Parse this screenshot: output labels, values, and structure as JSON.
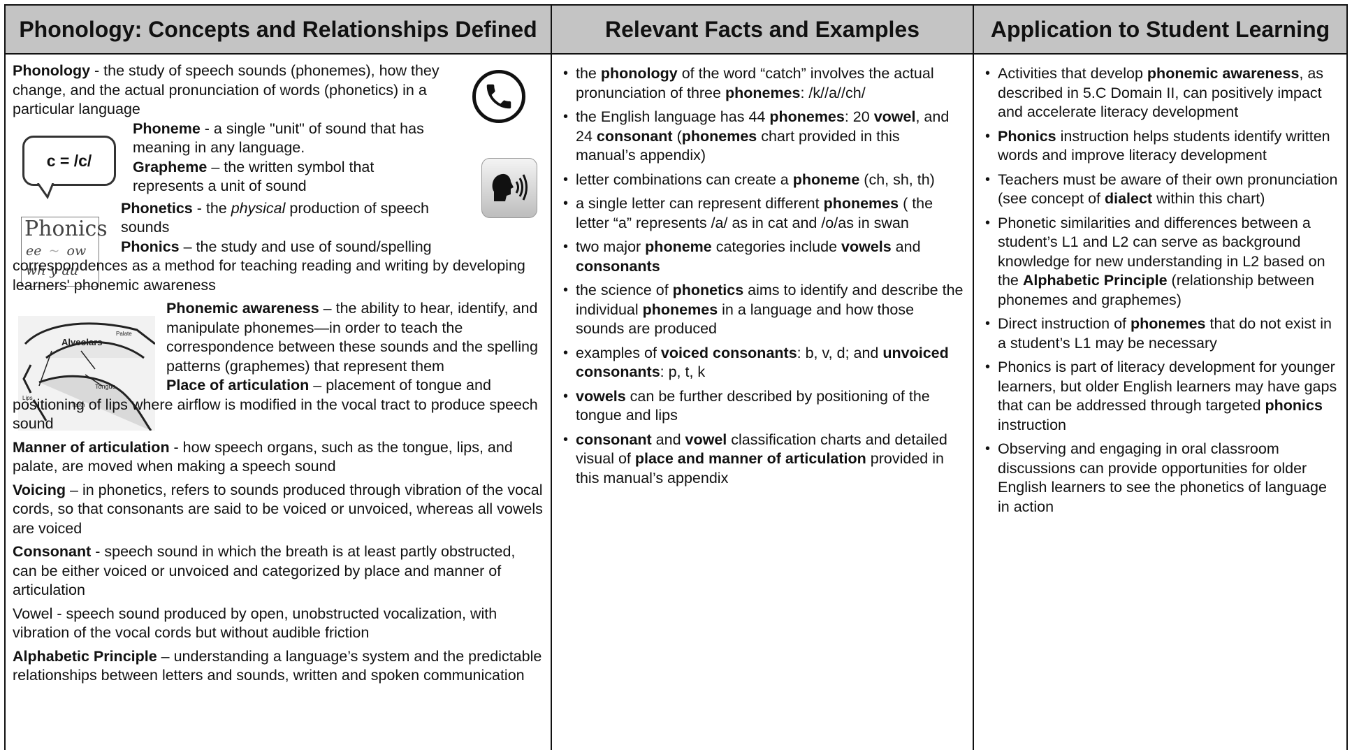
{
  "headers": {
    "col1": "Phonology: Concepts and Relationships Defined",
    "col2": "Relevant Facts and Examples",
    "col3": "Application to Student Learning"
  },
  "images": {
    "bubble_text": "c = /c/",
    "phonics_img": {
      "line1": "Phonics",
      "line2a": "ee",
      "line2b": "ow",
      "line3a": "wh",
      "line3b": "y",
      "line3c": "au"
    },
    "mouth_img": {
      "alveolars": "Alveolars",
      "palate": "Palate",
      "tongue": "Tongue",
      "lips": "Lips",
      "teeth": "Teeth"
    },
    "icons": [
      "phone-icon",
      "speaking-head-icon"
    ]
  },
  "col1": {
    "phonology_term": "Phonology",
    "phonology_def": " - the study of speech sounds (phonemes), how they change, and the actual pronunciation of words (phonetics) in a particular language",
    "phoneme_term": "Phoneme",
    "phoneme_def": " - a single \"unit\" of sound that has meaning in any language.",
    "grapheme_term": "Grapheme",
    "grapheme_def": " – the written symbol that represents a unit of sound",
    "phonetics_term": "Phonetics",
    "phonetics_def_a": " - the ",
    "phonetics_def_em": "physical",
    "phonetics_def_b": " production of speech sounds",
    "phonics_term": "Phonics",
    "phonics_def": " – the study and use of sound/spelling correspondences as a method for teaching reading and writing by developing learners' phonemic awareness",
    "pa_term": "Phonemic awareness",
    "pa_def": " – the ability to hear, identify, and manipulate phonemes—in order to teach the correspondence between these sounds and the spelling patterns (graphemes) that represent them",
    "poa_term": "Place of articulation",
    "poa_def": " – placement of tongue and positioning of lips where airflow is modified in the vocal tract to produce speech sound",
    "moa_term": "Manner of articulation",
    "moa_def": " - how speech organs, such as the tongue, lips, and palate, are moved when making a speech sound",
    "voicing_term": "Voicing",
    "voicing_def": " – in phonetics, refers to sounds produced through vibration of the vocal cords, so that consonants are said to be voiced or unvoiced, whereas all vowels are voiced",
    "consonant_term": "Consonant",
    "consonant_def": " - speech sound in which the breath is at least partly obstructed, can be either voiced or unvoiced and categorized by place and manner of articulation",
    "vowel_def": "Vowel - speech sound produced by open, unobstructed vocalization, with vibration of the vocal cords but without audible friction",
    "ap_term": "Alphabetic Principle",
    "ap_def": " – understanding a language’s system and the predictable relationships between letters and sounds, written and spoken communication"
  },
  "col2": {
    "b1": [
      "the ",
      "phonology",
      " of the word  “catch” involves the actual pronunciation of three ",
      "phonemes",
      ": /k//a//ch/"
    ],
    "b2": [
      "the English language has 44 ",
      "phonemes",
      ": 20 ",
      "vowel",
      ", and 24 ",
      "consonant",
      " (",
      "phonemes",
      " chart provided in this manual’s appendix)"
    ],
    "b3": [
      "letter combinations can create a ",
      "phoneme",
      " (ch, sh, th)"
    ],
    "b4": [
      "a single letter can represent different ",
      "phonemes",
      " ( the letter “a” represents /a/ as in cat and /o/as in swan"
    ],
    "b5": [
      "two major ",
      "phoneme",
      " categories include ",
      "vowels",
      " and ",
      "consonants"
    ],
    "b6": [
      "the science of ",
      "phonetics",
      " aims to identify and describe the individual ",
      "phonemes",
      " in a language and how those sounds are produced"
    ],
    "b7": [
      "examples of ",
      "voiced consonants",
      ": b, v, d; and ",
      "unvoiced consonants",
      ": p, t, k"
    ],
    "b8": [
      "vowels",
      " can be further described by positioning of the tongue and lips"
    ],
    "b9": [
      "consonant",
      " and ",
      "vowel",
      " classification charts and detailed visual of ",
      "place and manner of articulation",
      " provided in this manual’s appendix"
    ]
  },
  "col3": {
    "b1": [
      "Activities that develop ",
      "phonemic awareness",
      ", as described in 5.C Domain II, can positively impact and accelerate literacy development"
    ],
    "b2": [
      "Phonics",
      " instruction helps students identify written words  and improve literacy development"
    ],
    "b3": [
      "Teachers must be aware of their own pronunciation (see concept of ",
      "dialect",
      " within this chart)"
    ],
    "b4": [
      "Phonetic similarities and differences between a student’s L1 and L2 can serve as background knowledge for new understanding in L2 based on the ",
      "Alphabetic Principle",
      " (relationship between phonemes and graphemes)"
    ],
    "b5": [
      "Direct instruction of ",
      "phonemes",
      " that do not exist in a student’s L1 may be necessary"
    ],
    "b6": [
      "Phonics is part of literacy development for younger learners, but older English learners may have gaps that can be addressed through targeted ",
      "phonics",
      " instruction"
    ],
    "b7": [
      "Observing and engaging in oral classroom discussions can provide opportunities for older English learners to see the phonetics of language in action"
    ]
  }
}
